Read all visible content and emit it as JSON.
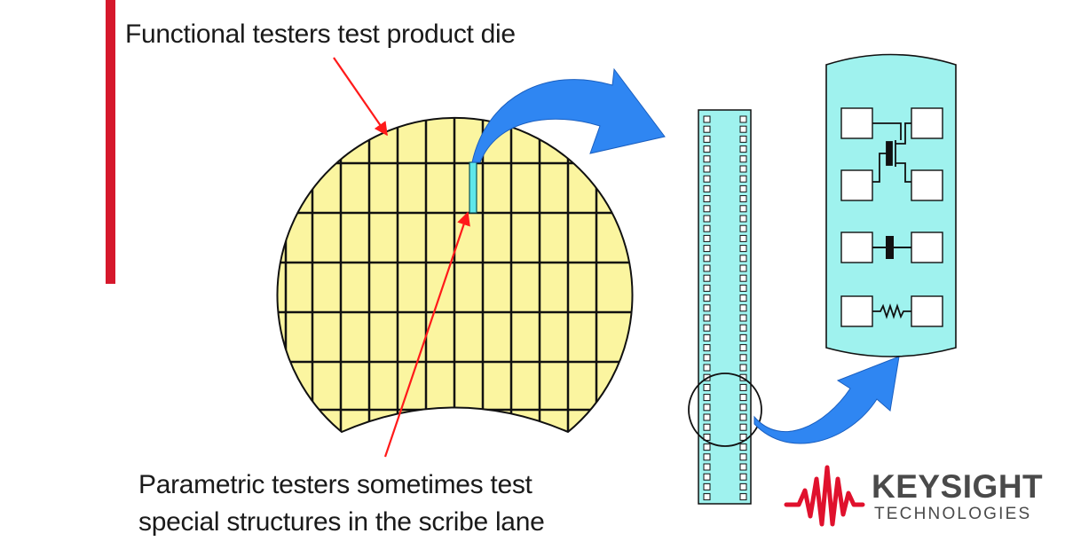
{
  "labels": {
    "functional": "Functional testers test product die",
    "parametric_line1": "Parametric testers sometimes test",
    "parametric_line2": "special structures in the scribe lane"
  },
  "brand": {
    "name": "KEYSIGHT",
    "subtitle": "TECHNOLOGIES"
  },
  "colors": {
    "accent_bar": "#d6182c",
    "wafer_fill": "#fbf5a0",
    "scribe_fill": "#9ff2ee",
    "arrow_fill": "#2f86f2",
    "pointer_red": "#ff1a1a",
    "logo_red": "#e0112d"
  },
  "icons": {
    "logo": "keysight-wave-icon",
    "transistor": "transistor-icon",
    "capacitor": "capacitor-icon",
    "resistor": "resistor-icon"
  }
}
